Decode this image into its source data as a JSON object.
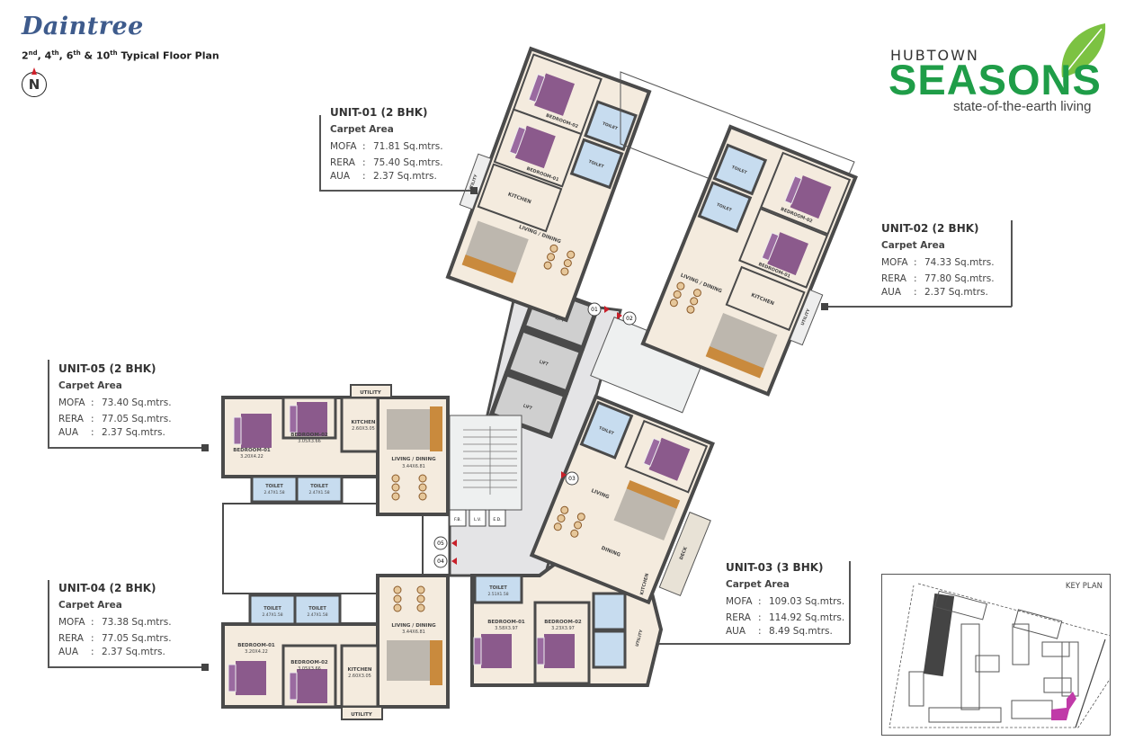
{
  "header": {
    "project_name": "Daintree",
    "floor_plan_title": "Typical Floor Plan",
    "floors": [
      {
        "number": "2",
        "suffix": "nd"
      },
      {
        "number": "4",
        "suffix": "th"
      },
      {
        "number": "6",
        "suffix": "th"
      },
      {
        "number": "10",
        "suffix": "th"
      }
    ],
    "north_label": "N"
  },
  "logo": {
    "developer": "HUBTOWN",
    "brand": "SEASONS",
    "tagline": "state-of-the-earth living",
    "brand_color": "#1f9d48",
    "leaf_color": "#7cc242"
  },
  "units": [
    {
      "id": "unit-01",
      "title": "UNIT-01 (2 BHK)",
      "carpet_label": "Carpet Area",
      "rows": [
        {
          "k": "MOFA",
          "v": "71.81 Sq.mtrs."
        },
        {
          "k": "RERA",
          "v": "75.40 Sq.mtrs."
        },
        {
          "k": "AUA",
          "v": "2.37 Sq.mtrs."
        }
      ]
    },
    {
      "id": "unit-02",
      "title": "UNIT-02 (2 BHK)",
      "carpet_label": "Carpet Area",
      "rows": [
        {
          "k": "MOFA",
          "v": "74.33 Sq.mtrs."
        },
        {
          "k": "RERA",
          "v": "77.80 Sq.mtrs."
        },
        {
          "k": "AUA",
          "v": "2.37 Sq.mtrs."
        }
      ]
    },
    {
      "id": "unit-03",
      "title": "UNIT-03 (3 BHK)",
      "carpet_label": "Carpet Area",
      "rows": [
        {
          "k": "MOFA",
          "v": "109.03 Sq.mtrs."
        },
        {
          "k": "RERA",
          "v": "114.92 Sq.mtrs."
        },
        {
          "k": "AUA",
          "v": "8.49 Sq.mtrs."
        }
      ]
    },
    {
      "id": "unit-04",
      "title": "UNIT-04 (2 BHK)",
      "carpet_label": "Carpet Area",
      "rows": [
        {
          "k": "MOFA",
          "v": "73.38 Sq.mtrs."
        },
        {
          "k": "RERA",
          "v": "77.05 Sq.mtrs."
        },
        {
          "k": "AUA",
          "v": "2.37 Sq.mtrs."
        }
      ]
    },
    {
      "id": "unit-05",
      "title": "UNIT-05 (2 BHK)",
      "carpet_label": "Carpet Area",
      "rows": [
        {
          "k": "MOFA",
          "v": "73.40 Sq.mtrs."
        },
        {
          "k": "RERA",
          "v": "77.05 Sq.mtrs."
        },
        {
          "k": "AUA",
          "v": "2.37 Sq.mtrs."
        }
      ]
    }
  ],
  "separator": ":",
  "plan": {
    "unit05_rooms": {
      "bedroom1": "BEDROOM-01",
      "bedroom1_size": "3.20X4.22",
      "bedroom2": "BEDROOM-02",
      "bedroom2_size": "3.05X3.66",
      "kitchen": "KITCHEN",
      "kitchen_size": "2.60X3.05",
      "living": "LIVING / DINING",
      "living_size": "3.44X6.81",
      "toilet": "TOILET",
      "toilet_size": "2.47X1.58",
      "utility": "UTILITY"
    },
    "unit04_rooms": {
      "bedroom1": "BEDROOM-01",
      "bedroom1_size": "3.20X4.22",
      "bedroom2": "BEDROOM-02",
      "bedroom2_size": "3.05X3.66",
      "kitchen": "KITCHEN",
      "kitchen_size": "2.60X3.05",
      "living": "LIVING / DINING",
      "living_size": "3.44X6.81",
      "toilet": "TOILET",
      "toilet_size": "2.47X1.58",
      "utility": "UTILITY"
    },
    "unit03_rooms": {
      "bedroom1": "BEDROOM-01",
      "bedroom1_size": "3.58X3.97",
      "bedroom2": "BEDROOM-02",
      "bedroom2_size": "3.23X3.97",
      "toilet": "TOILET",
      "toilet_size": "2.51X1.58",
      "dining": "DINING",
      "living": "LIVING",
      "kitchen": "KITCHEN",
      "utility": "UTILITY",
      "deck": "DECK"
    },
    "unit01_rooms": {
      "bedroom1": "BEDROOM-01",
      "bedroom2": "BEDROOM-02",
      "kitchen": "KITCHEN",
      "living": "LIVING / DINING",
      "utility": "UTILITY",
      "toilet": "TOILET"
    },
    "unit02_rooms": {
      "bedroom1": "BEDROOM-01",
      "bedroom2": "BEDROOM-02",
      "kitchen": "KITCHEN",
      "living": "LIVING / DINING",
      "utility": "UTILITY",
      "toilet": "TOILET"
    },
    "core": {
      "lift": "LIFT",
      "fb": "F.B.",
      "lv": "L.V.",
      "ed": "E.D.",
      "entries": [
        "01",
        "02",
        "03",
        "04",
        "05"
      ]
    },
    "colors": {
      "wall": "#4a4a4a",
      "floor": "#f4ebde",
      "toilet": "#c7dcef",
      "bed": "#8b5a8c",
      "wood": "#c98a3d",
      "corridor": "#e4e4e6",
      "entry_marker": "#c8202a"
    }
  },
  "key_plan": {
    "title": "KEY PLAN",
    "highlight_color": "#c03aa8"
  }
}
